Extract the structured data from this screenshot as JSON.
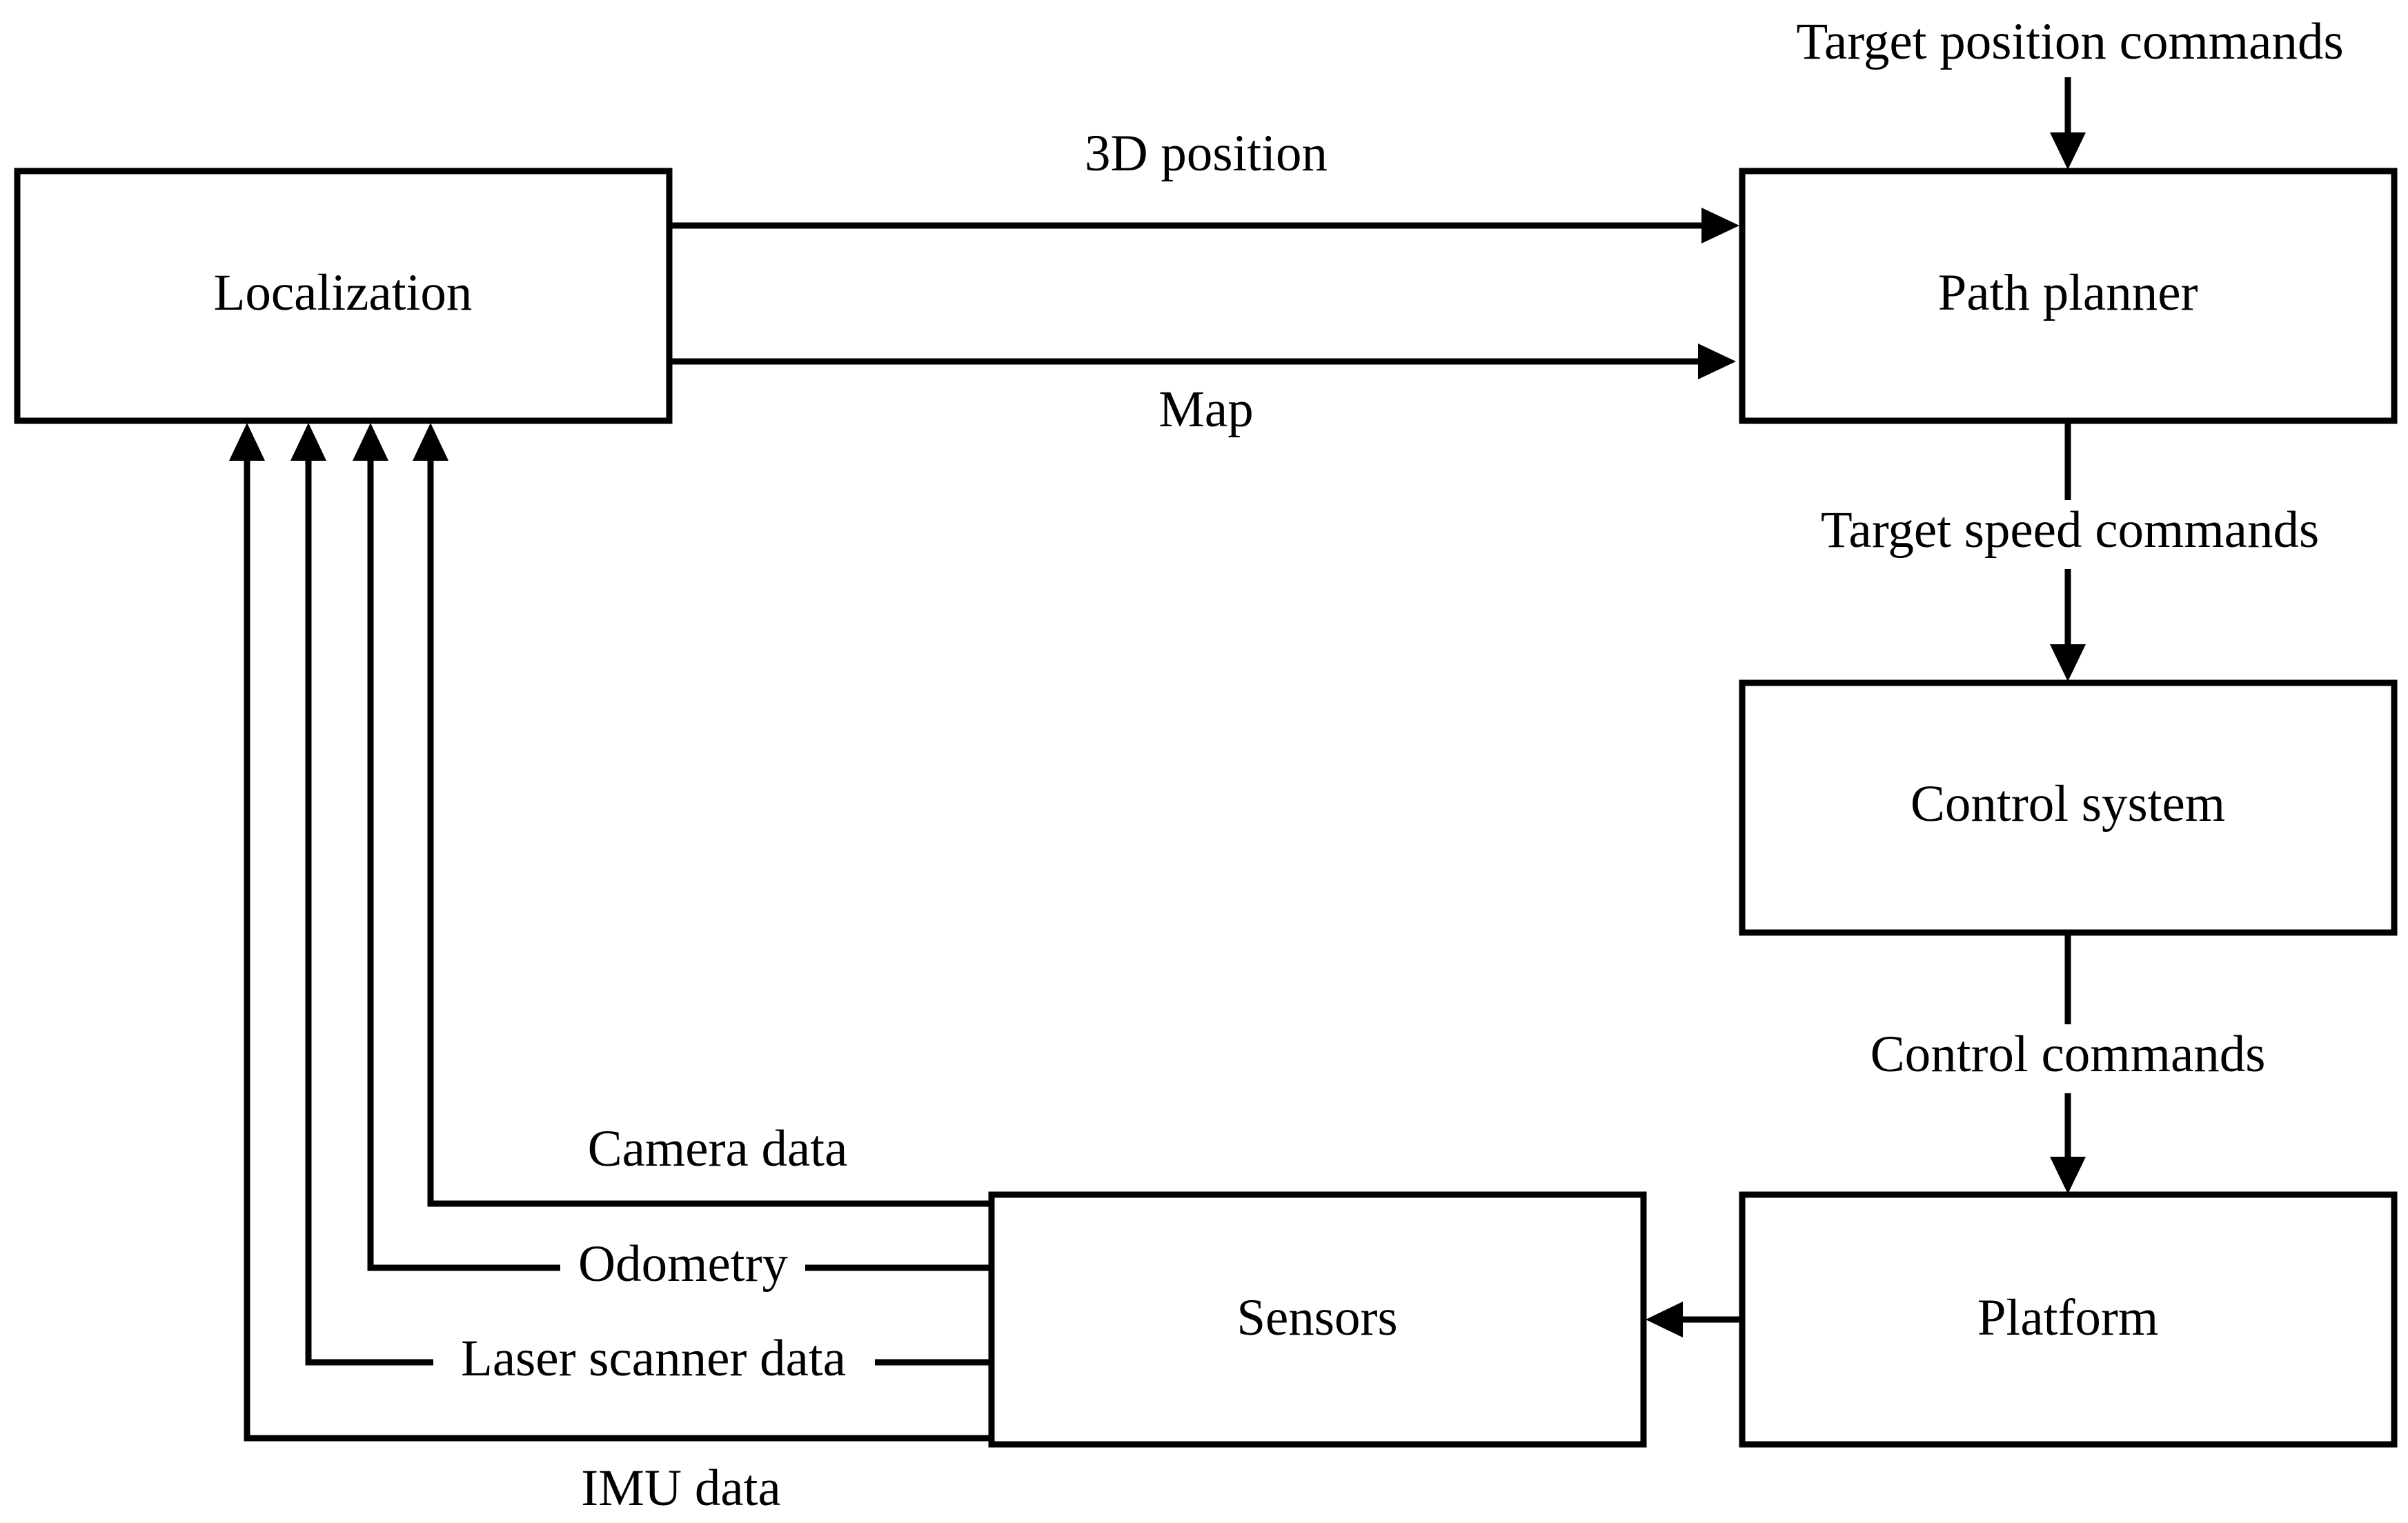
{
  "blocks": {
    "localization": "Localization",
    "path_planner": "Path planner",
    "control_system": "Control system",
    "platform": "Platform",
    "sensors": "Sensors"
  },
  "signals": {
    "target_position": "Target position commands",
    "position_3d": "3D position",
    "map": "Map",
    "target_speed": "Target speed commands",
    "control_commands": "Control commands",
    "camera": "Camera data",
    "odometry": "Odometry",
    "laser": "Laser scanner data",
    "imu": "IMU data"
  }
}
